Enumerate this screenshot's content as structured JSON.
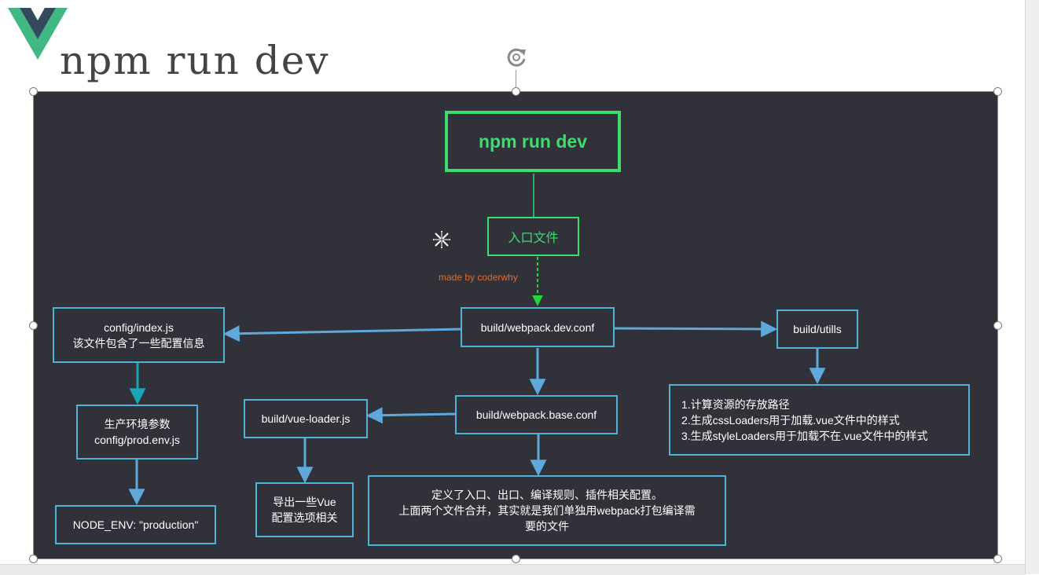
{
  "slide": {
    "title": "npm run dev"
  },
  "diagram": {
    "root": "npm run dev",
    "entry": "入口文件",
    "watermark": "made by coderwhy",
    "dev_conf": "build/webpack.dev.conf",
    "config_index": [
      "config/index.js",
      "该文件包含了一些配置信息"
    ],
    "prod_env": [
      "生产环境参数",
      "config/prod.env.js"
    ],
    "node_env": "NODE_ENV: \"production\"",
    "vue_loader": "build/vue-loader.js",
    "vue_export": [
      "导出一些Vue",
      "配置选项相关"
    ],
    "base_conf": "build/webpack.base.conf",
    "base_desc": [
      "定义了入口、出口、编译规则、插件相关配置。",
      "上面两个文件合并，其实就是我们单独用webpack打包编译需",
      "要的文件"
    ],
    "utils": "build/utills",
    "utils_desc": [
      "1.计算资源的存放路径",
      "2.生成cssLoaders用于加载.vue文件中的样式",
      "3.生成styleLoaders用于加载不在.vue文件中的样式"
    ]
  },
  "colors": {
    "background": "#313239",
    "root_border": "#3ddc70",
    "node_border": "#4eb3d6",
    "arrow": "#5fa8dc",
    "watermark": "#e06b2b"
  },
  "icons": {
    "logo": "vue-logo",
    "rotate": "rotate-icon",
    "cursor": "move-cursor-icon"
  }
}
